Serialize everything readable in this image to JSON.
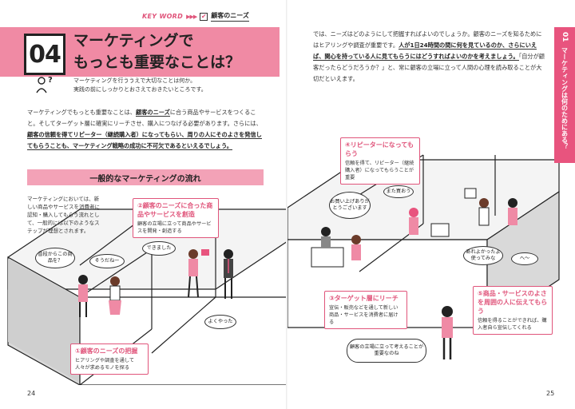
{
  "keyword": {
    "label": "KEY WORD",
    "arrows": "▶▶▶",
    "value": "顧客のニーズ"
  },
  "chapter": {
    "number": "04",
    "title_line1": "マーケティングで",
    "title_line2": "もっとも重要なことは？",
    "subtitle_line1": "マーケティングを行ううえで大切なことは何か。",
    "subtitle_line2": "実践の前にしっかりとおさえておきたいところです。"
  },
  "intro": {
    "p1": "マーケティングでもっとも重要なことは、",
    "p1_hl": "顧客のニーズ",
    "p2": "に合う商品やサービスをつくること。そしてターゲット層に確実にリーチさせ、購入につなげる必要があります。さらには、",
    "p2_hl": "顧客の信頼を得てリピーター（継続購入者）になってもらい、周りの人にそのよさを発信してもらうことも、マーケティング戦略の成功に不可欠であるといえるでしょう。"
  },
  "section": {
    "title": "一般的なマーケティングの流れ"
  },
  "side_note": "マーケティングにおいては、新しい商品やサービスを消費者に認知・購入してもらう流れとして、一般的には以下のようなステップが理想とされます。",
  "steps": [
    {
      "label": "①顧客のニーズの把握",
      "desc": "ヒアリングや調査を通して人々が求めるモノを探る"
    },
    {
      "label": "②顧客のニーズに合った商品やサービスを創造",
      "desc": "顧客の立場に立って商品やサービスを開発・創造する"
    },
    {
      "label": "③ターゲット層にリーチ",
      "desc": "宣伝・販売などを通して新しい商品・サービスを消費者に届ける"
    },
    {
      "label": "④リピーターになってもらう",
      "desc": "信頼を得て、リピーター（継続購入者）になってもらうことが重要"
    },
    {
      "label": "⑤商品・サービスのよさを周囲の人に伝えてもらう",
      "desc": "信頼を得ることができれば、購入者自ら宣伝してくれる"
    }
  ],
  "bubbles": {
    "b1": "普段からこの商品を？",
    "b2": "そうだねー",
    "b3": "できました",
    "b4": "よくやった",
    "b5": "お買い上げありがとうございます",
    "b6": "また買おう",
    "b7": "あれよかったよ使ってみな",
    "b8": "へ〜",
    "b9": "顧客の立場に立って考えることが重要なのね"
  },
  "right_text": {
    "t1": "では、ニーズはどのようにして把握すればよいのでしょうか。顧客のニーズを知るためにはヒアリングや調査が重要です。",
    "t1_hl": "人が1日24時間の間に何を見ているのか、さらにいえば、関心を持っている人に見てもらうにはどうすればよいのかを考えましょう。",
    "t2": "「自分が顧客だったらどうだろうか？」と、常に顧客の立場に立って人間の心理を読み取ることが大切だといえます。"
  },
  "side_tab": {
    "num": "01",
    "text": "マーケティングは何のためにある？"
  },
  "page_numbers": {
    "left": "24",
    "right": "25"
  },
  "colors": {
    "accent": "#e8547e",
    "band": "#f08aa4",
    "section": "#f3a2b7"
  }
}
